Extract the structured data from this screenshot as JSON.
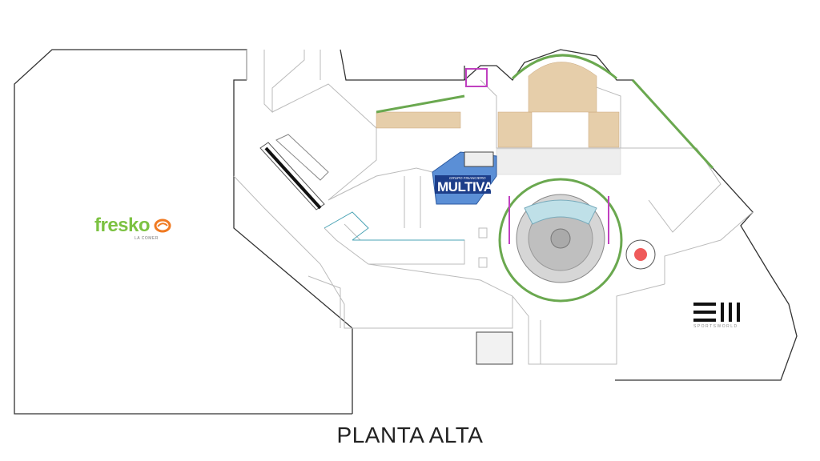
{
  "title": "PLANTA ALTA",
  "tenants": {
    "fresko": {
      "name": "fresko",
      "tagline": "LA COMER",
      "color": "#7cc242",
      "accent": "#f07a22"
    },
    "multiva": {
      "group": "GRUPO FINANCIERO",
      "name": "MULTIVA",
      "color": "#1d3e8a",
      "area_color": "#5b8fd6"
    },
    "sportsworld": {
      "name": "SPORTSWORLD",
      "color": "#111111"
    }
  },
  "colors": {
    "walls": "#333333",
    "lines": "#bbbbbb",
    "planters": "#6aa84f",
    "seating": "#d9b98a",
    "accent_pink": "#c040c0"
  }
}
